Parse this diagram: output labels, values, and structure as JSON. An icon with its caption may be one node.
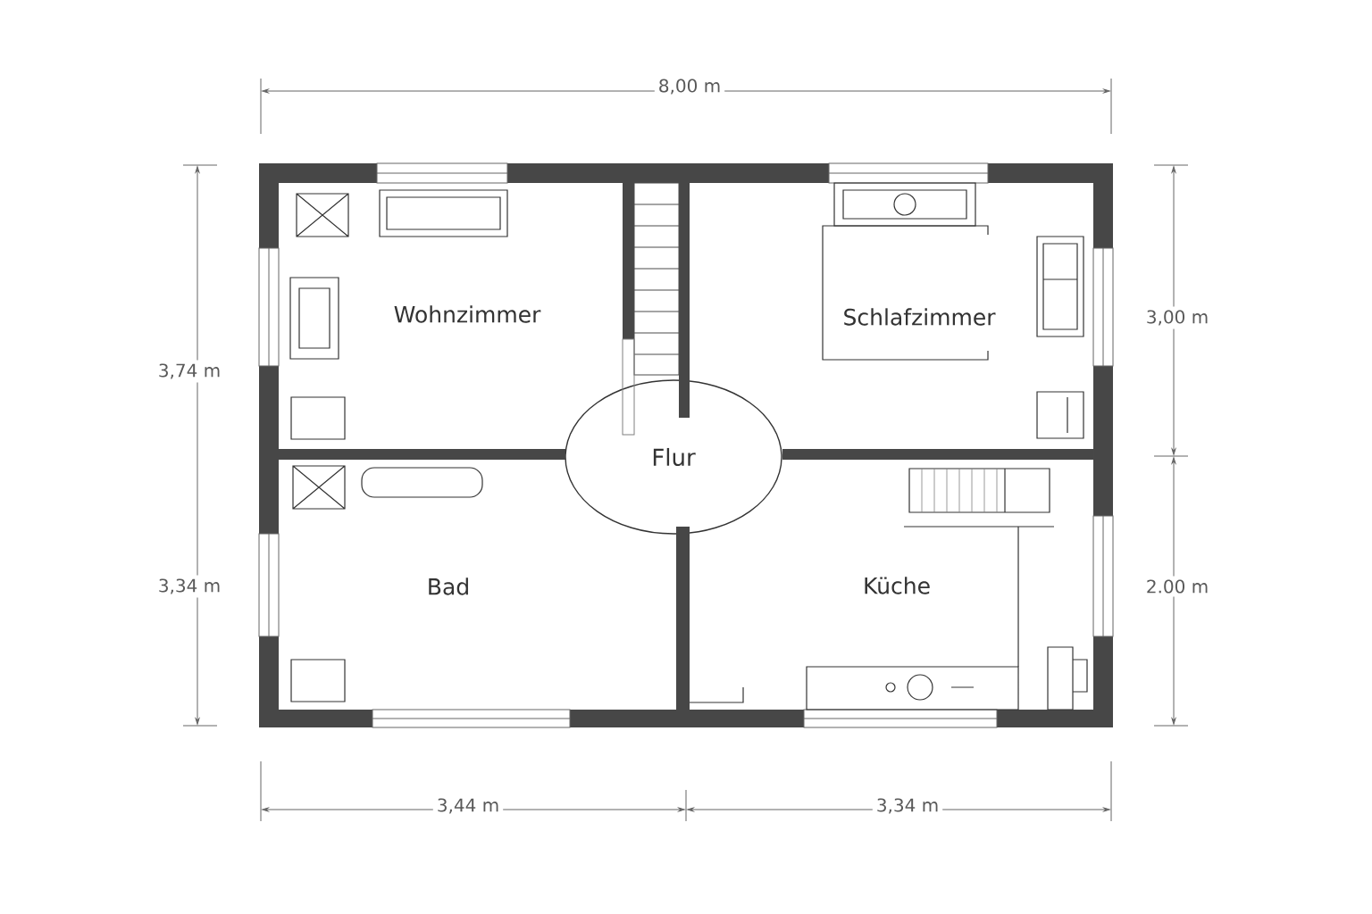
{
  "diagram": {
    "nodes": [
      {
        "text": [
          "Flur"
        ]
      }
    ],
    "labels": [
      "8,00 m",
      "Wohnzimmer",
      "Schlafzimmer",
      "3,00 m",
      "3,74 m",
      "3,34 m",
      "Bad",
      "Küche",
      "2.00 m",
      "3,44 m",
      "3,34 m"
    ]
  }
}
